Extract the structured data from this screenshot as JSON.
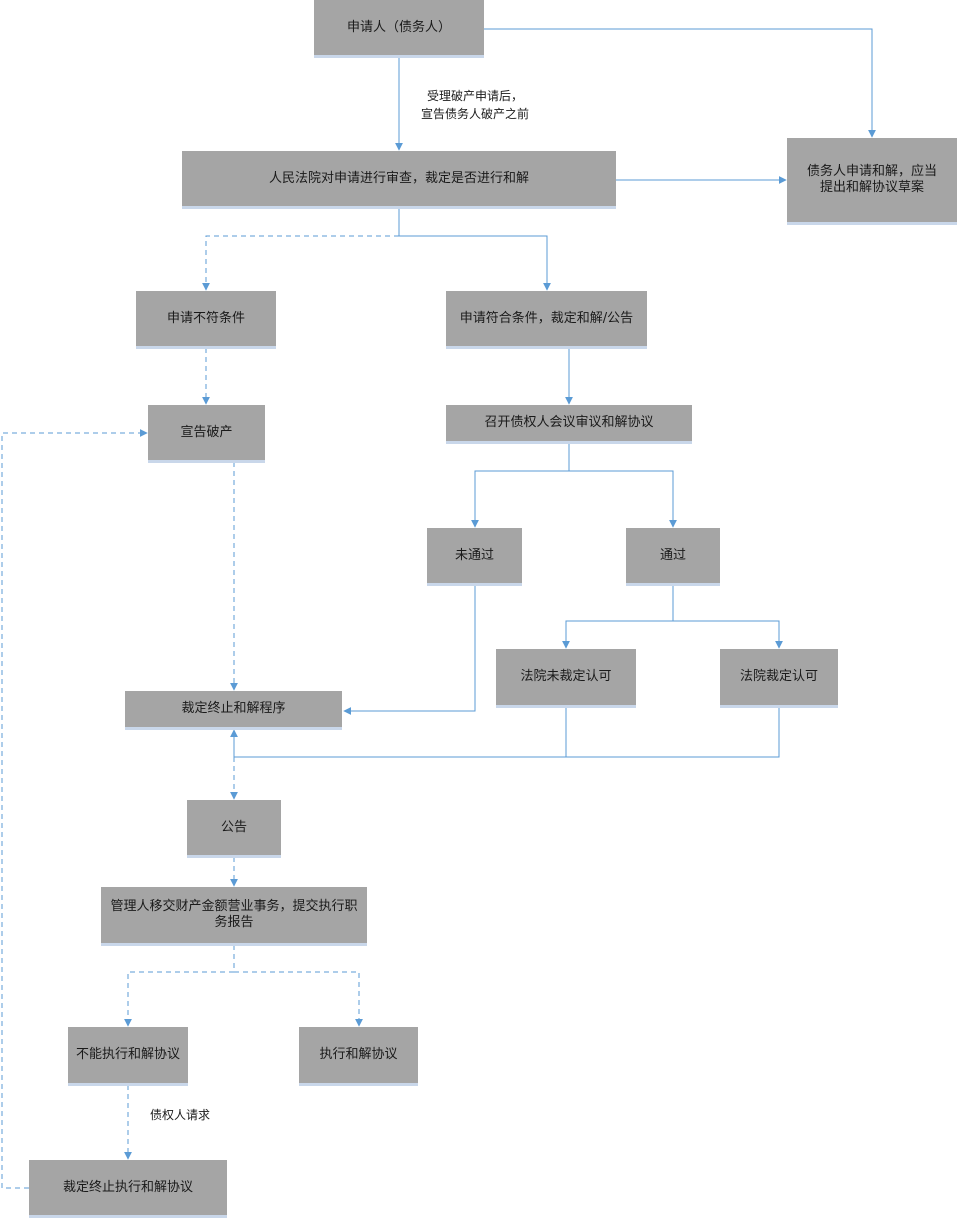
{
  "nodes": {
    "applicant": "申请人（债务人）",
    "court_review": "人民法院对申请进行审查，裁定是否进行和解",
    "debtor_draft": "债务人申请和解，应当提出和解协议草案",
    "not_qualified": "申请不符条件",
    "qualified": "申请符合条件，裁定和解/公告",
    "declare_bankruptcy": "宣告破产",
    "creditors_meeting": "召开债权人会议审议和解协议",
    "not_passed": "未通过",
    "passed": "通过",
    "court_not_approved": "法院未裁定认可",
    "court_approved": "法院裁定认可",
    "terminate_procedure": "裁定终止和解程序",
    "announcement": "公告",
    "administrator_handover": "管理人移交财产金额营业事务，提交执行职务报告",
    "cannot_execute": "不能执行和解协议",
    "execute": "执行和解协议",
    "terminate_execution": "裁定终止执行和解协议"
  },
  "notes": {
    "accept_line1": "受理破产申请后，",
    "accept_line2": "宣告债务人破产之前",
    "creditor_request": "债权人请求"
  },
  "colors": {
    "node_fill": "#a5a5a5",
    "arrow": "#5b9bd5"
  }
}
